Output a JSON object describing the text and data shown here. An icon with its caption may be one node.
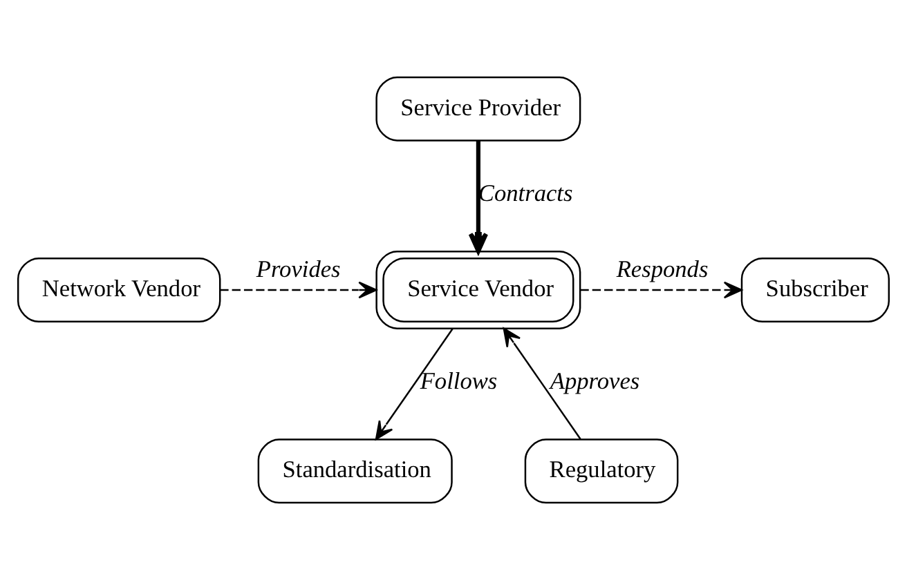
{
  "diagram": {
    "nodes": [
      {
        "text": [
          "Service Provider"
        ]
      },
      {
        "text": [
          "Service Vendor"
        ]
      },
      {
        "text": [
          "Subscriber"
        ]
      },
      {
        "text": [
          "Network Vendor"
        ]
      },
      {
        "text": [
          "Standardisation"
        ]
      },
      {
        "text": [
          "Regulatory"
        ]
      }
    ],
    "edges": [
      {
        "from": 0,
        "to": 1,
        "arrow": "to",
        "label": "Contracts",
        "style": "thick"
      },
      {
        "from": 1,
        "to": 2,
        "arrow": "to",
        "label": "Responds",
        "style": "dashed"
      },
      {
        "from": 3,
        "to": 1,
        "arrow": "to",
        "label": "Provides",
        "style": "dashed"
      },
      {
        "from": 1,
        "to": 4,
        "arrow": "to",
        "label": "Follows"
      },
      {
        "from": 5,
        "to": 1,
        "arrow": "to",
        "label": "Approves"
      }
    ]
  }
}
